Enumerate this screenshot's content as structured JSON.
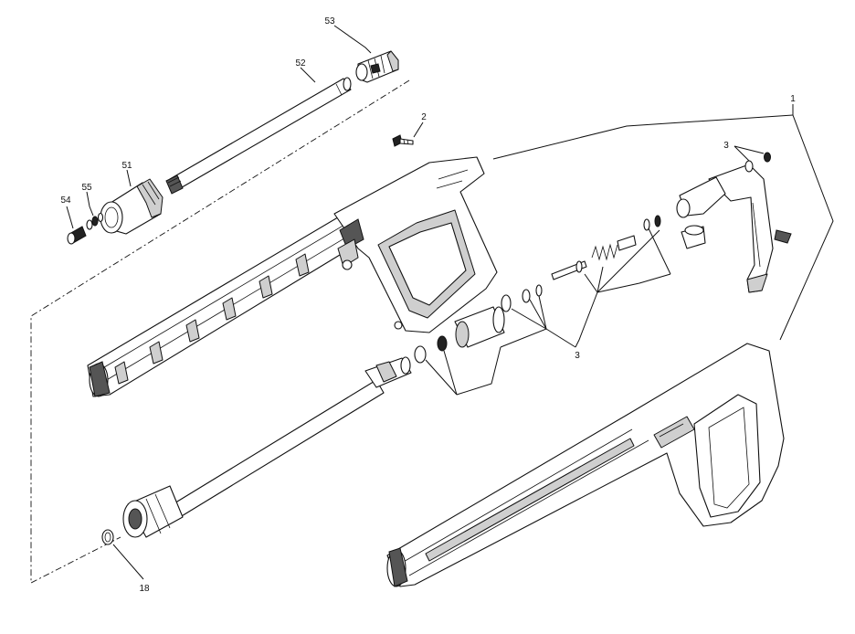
{
  "diagram": {
    "callouts": [
      {
        "id": "c53",
        "label": "53"
      },
      {
        "id": "c52",
        "label": "52"
      },
      {
        "id": "c2",
        "label": "2"
      },
      {
        "id": "c1",
        "label": "1"
      },
      {
        "id": "c3a",
        "label": "3"
      },
      {
        "id": "c51",
        "label": "51"
      },
      {
        "id": "c55",
        "label": "55"
      },
      {
        "id": "c54",
        "label": "54"
      },
      {
        "id": "c3b",
        "label": "3"
      },
      {
        "id": "c18",
        "label": "18"
      }
    ]
  }
}
